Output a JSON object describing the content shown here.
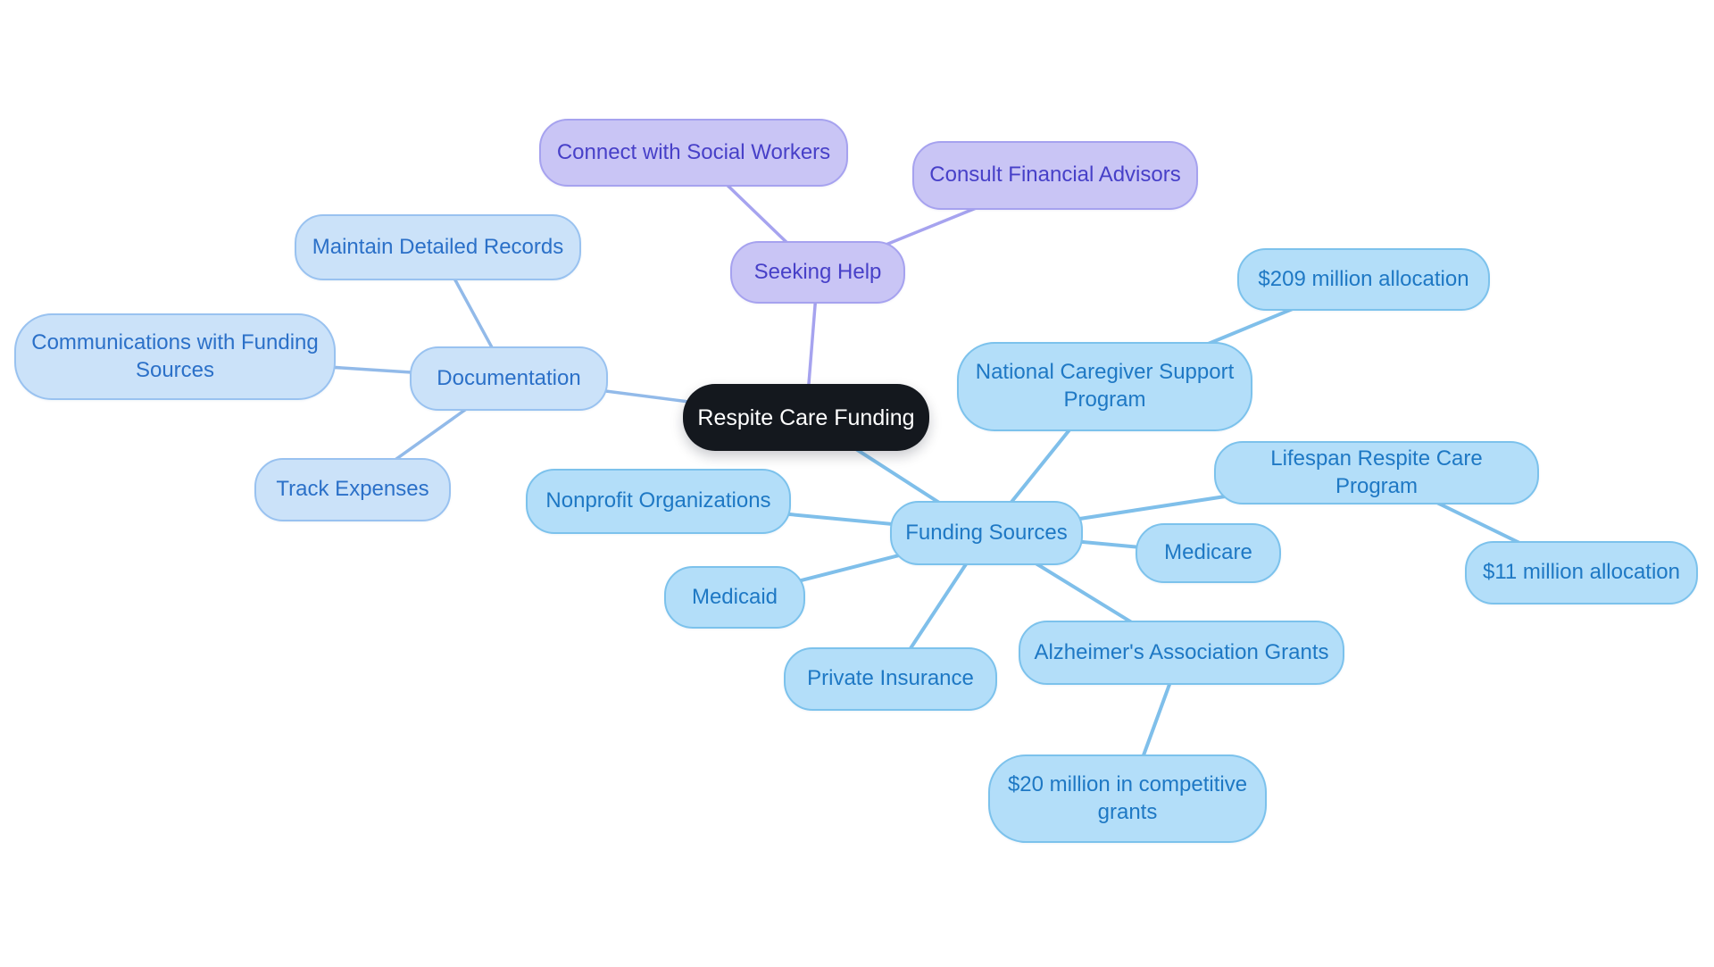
{
  "diagram": {
    "type": "mindmap",
    "central_topic": "Respite Care Funding"
  },
  "colors": {
    "background": "#ffffff",
    "center": {
      "fill": "#14181e",
      "text": "#ffffff"
    },
    "purple": {
      "fill": "#c9c5f5",
      "border": "#a6a2ef",
      "text": "#4740c8",
      "edge": "#a6a3ef"
    },
    "docblue": {
      "fill": "#cbe2f9",
      "border": "#99c2f0",
      "text": "#2b70c8",
      "edge": "#92bae9"
    },
    "skyblue": {
      "fill": "#b3def9",
      "border": "#7cc2ec",
      "text": "#1e78c4",
      "edge": "#7fbfea"
    }
  },
  "nodes": {
    "center": {
      "label": "Respite Care Funding"
    },
    "seeking_help": {
      "label": "Seeking Help"
    },
    "connect_with_social_workers": {
      "label": "Connect with Social Workers"
    },
    "consult_financial_advisors": {
      "label": "Consult Financial Advisors"
    },
    "documentation": {
      "label": "Documentation"
    },
    "maintain_detailed_records": {
      "label": "Maintain Detailed Records"
    },
    "communications_with_funding_sources": {
      "label": "Communications with Funding Sources"
    },
    "track_expenses": {
      "label": "Track Expenses"
    },
    "funding_sources": {
      "label": "Funding Sources"
    },
    "national_caregiver_support_program": {
      "label": "National Caregiver Support Program"
    },
    "allocation_209m": {
      "label": "$209 million allocation"
    },
    "lifespan_respite_care_program": {
      "label": "Lifespan Respite Care Program"
    },
    "allocation_11m": {
      "label": "$11 million allocation"
    },
    "medicare": {
      "label": "Medicare"
    },
    "medicaid": {
      "label": "Medicaid"
    },
    "nonprofit_organizations": {
      "label": "Nonprofit Organizations"
    },
    "private_insurance": {
      "label": "Private Insurance"
    },
    "alzheimers_association_grants": {
      "label": "Alzheimer's Association Grants"
    },
    "grants_20m": {
      "label": "$20 million in competitive grants"
    }
  },
  "edges": [
    {
      "from": "center",
      "to": "seeking_help",
      "branch": "purple"
    },
    {
      "from": "seeking_help",
      "to": "connect_with_social_workers",
      "branch": "purple"
    },
    {
      "from": "seeking_help",
      "to": "consult_financial_advisors",
      "branch": "purple"
    },
    {
      "from": "center",
      "to": "documentation",
      "branch": "docblue"
    },
    {
      "from": "documentation",
      "to": "maintain_detailed_records",
      "branch": "docblue"
    },
    {
      "from": "documentation",
      "to": "communications_with_funding_sources",
      "branch": "docblue"
    },
    {
      "from": "documentation",
      "to": "track_expenses",
      "branch": "docblue"
    },
    {
      "from": "center",
      "to": "funding_sources",
      "branch": "skyblue"
    },
    {
      "from": "funding_sources",
      "to": "national_caregiver_support_program",
      "branch": "skyblue"
    },
    {
      "from": "national_caregiver_support_program",
      "to": "allocation_209m",
      "branch": "skyblue"
    },
    {
      "from": "funding_sources",
      "to": "lifespan_respite_care_program",
      "branch": "skyblue"
    },
    {
      "from": "lifespan_respite_care_program",
      "to": "allocation_11m",
      "branch": "skyblue"
    },
    {
      "from": "funding_sources",
      "to": "medicare",
      "branch": "skyblue"
    },
    {
      "from": "funding_sources",
      "to": "medicaid",
      "branch": "skyblue"
    },
    {
      "from": "funding_sources",
      "to": "nonprofit_organizations",
      "branch": "skyblue"
    },
    {
      "from": "funding_sources",
      "to": "private_insurance",
      "branch": "skyblue"
    },
    {
      "from": "funding_sources",
      "to": "alzheimers_association_grants",
      "branch": "skyblue"
    },
    {
      "from": "alzheimers_association_grants",
      "to": "grants_20m",
      "branch": "skyblue"
    }
  ]
}
